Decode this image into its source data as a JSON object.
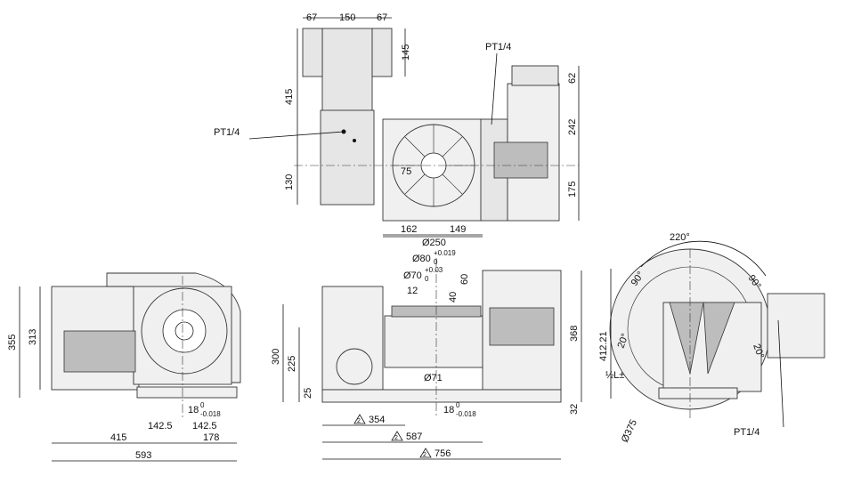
{
  "dimensions": {
    "top_67a": "67",
    "top_150": "150",
    "top_67b": "67",
    "top_145": "145",
    "top_415": "415",
    "top_130": "130",
    "top_62": "62",
    "top_242": "242",
    "top_175": "175",
    "top_75": "75",
    "top_162": "162",
    "top_149": "149",
    "top_pt_motor": "PT1/4",
    "top_pt_right": "PT1/4",
    "left_355": "355",
    "left_313": "313",
    "left_142_5a": "142.5",
    "left_142_5b": "142.5",
    "left_18": "18",
    "left_18_sup": "0",
    "left_18_sub": "-0.018",
    "left_415": "415",
    "left_178": "178",
    "left_593": "593",
    "front_d250": "Ø250",
    "front_d80": "Ø80",
    "front_d80_tol_up": "+0.019",
    "front_d80_tol_lo": "0",
    "front_d70": "Ø70",
    "front_d70_tol_up": "+0.03",
    "front_d70_tol_lo": "0",
    "front_12": "12",
    "front_40": "40",
    "front_60": "60",
    "front_300": "300",
    "front_225": "225",
    "front_25": "25",
    "front_d71": "Ø71",
    "front_368": "368",
    "front_32": "32",
    "front_18": "18",
    "front_18_sup": "0",
    "front_18_sub": "-0.018",
    "front_354": "354",
    "front_587": "587",
    "front_756": "756",
    "front_tri": "2",
    "right_220": "220°",
    "right_90a": "90°",
    "right_90b": "90°",
    "right_20a": "20°",
    "right_20b": "20°",
    "right_412": "412.21",
    "right_half": "½L±",
    "right_d375": "Ø375",
    "right_pt": "PT1/4"
  }
}
